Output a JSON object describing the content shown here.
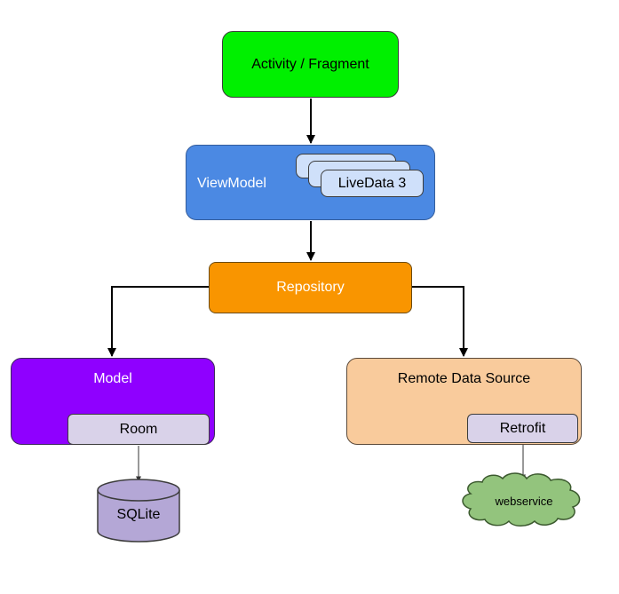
{
  "diagram": {
    "nodes": {
      "activity_fragment": "Activity / Fragment",
      "viewmodel": "ViewModel",
      "livedata": "LiveData 3",
      "repository": "Repository",
      "model": "Model",
      "room": "Room",
      "sqlite": "SQLite",
      "remote_data_source": "Remote Data Source",
      "retrofit": "Retrofit",
      "webservice": "webservice"
    },
    "edges": [
      {
        "from": "Activity / Fragment",
        "to": "ViewModel"
      },
      {
        "from": "ViewModel",
        "to": "Repository"
      },
      {
        "from": "Repository",
        "to": "Model"
      },
      {
        "from": "Repository",
        "to": "Remote Data Source"
      },
      {
        "from": "Room",
        "to": "SQLite"
      },
      {
        "from": "Retrofit",
        "to": "webservice"
      }
    ],
    "colors": {
      "activity": "#00f000",
      "viewmodel": "#4b89e3",
      "livedata": "#cfe0fa",
      "repository": "#f99500",
      "model": "#8f00ff",
      "room": "#d9d2e9",
      "sqlite": "#b4a7d6",
      "remote": "#f9cb9c",
      "retrofit": "#d9d2e9",
      "webservice": "#93c47d"
    }
  }
}
